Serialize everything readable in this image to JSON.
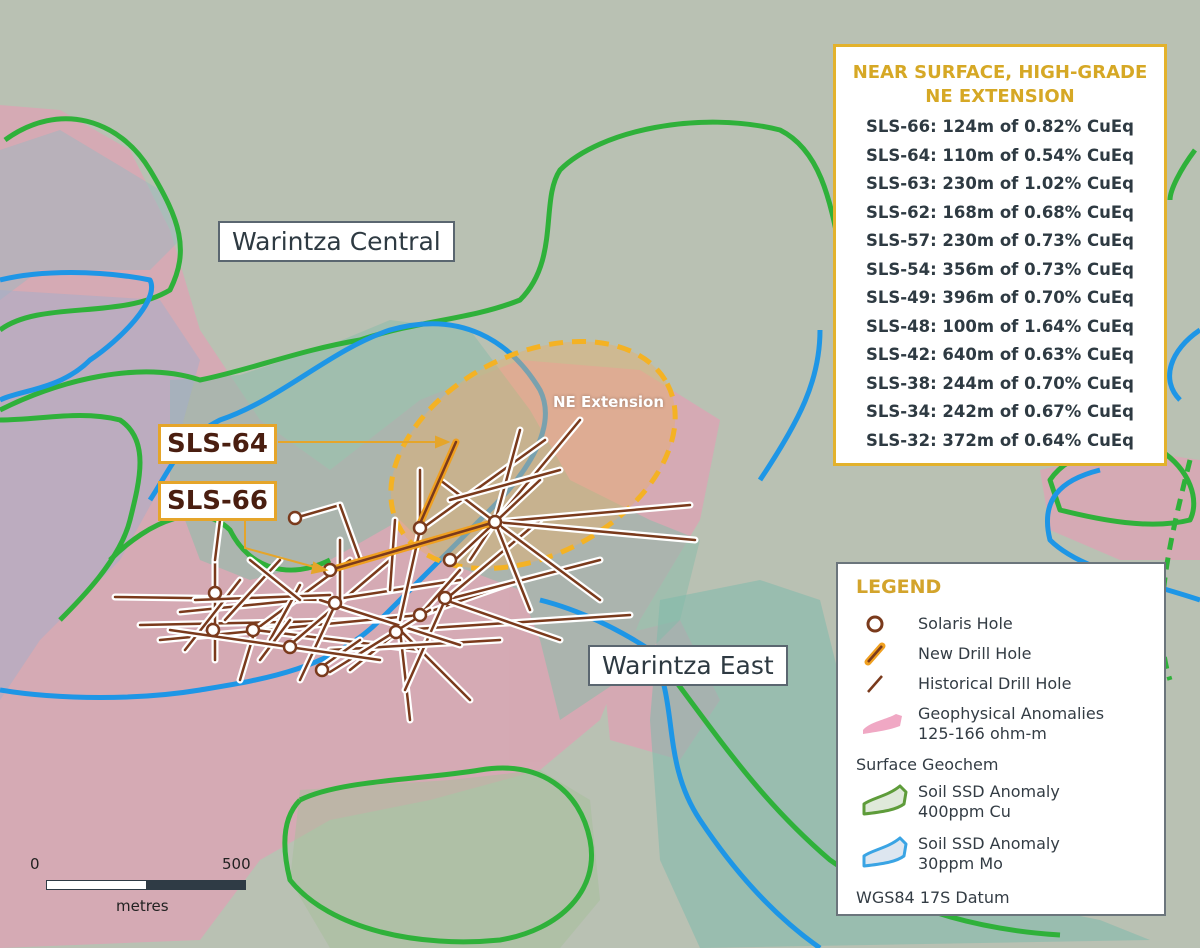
{
  "map": {
    "region_labels": {
      "central": "Warintza Central",
      "east": "Warintza East",
      "ne_extension": "NE Extension"
    },
    "hole_callouts": [
      "SLS-64",
      "SLS-66"
    ],
    "colors": {
      "geophysical": "#e8a6b8",
      "cu_outline": "#2fb13a",
      "mo_outline": "#1e96e6",
      "new_hole": "#f0a020",
      "historical_hole": "#7a3a1c"
    }
  },
  "info_box": {
    "title_line1": "NEAR SURFACE, HIGH-GRADE",
    "title_line2": "NE EXTENSION",
    "rows": [
      "SLS-66: 124m of 0.82% CuEq",
      "SLS-64: 110m of 0.54% CuEq",
      "SLS-63: 230m of 1.02% CuEq",
      "SLS-62: 168m of 0.68% CuEq",
      "SLS-57: 230m of 0.73% CuEq",
      "SLS-54: 356m of 0.73% CuEq",
      "SLS-49: 396m of 0.70% CuEq",
      "SLS-48: 100m of 1.64% CuEq",
      "SLS-42: 640m of 0.63% CuEq",
      "SLS-38: 244m of 0.70% CuEq",
      "SLS-34: 242m of 0.67% CuEq",
      "SLS-32: 372m of 0.64% CuEq"
    ]
  },
  "legend": {
    "title": "LEGEND",
    "solaris_hole": "Solaris Hole",
    "new_drill_hole": "New Drill Hole",
    "historical_drill_hole": "Historical Drill Hole",
    "geophysical_line1": "Geophysical Anomalies",
    "geophysical_line2": "125-166 ohm-m",
    "surface_geochem": "Surface Geochem",
    "cu_line1": "Soil SSD Anomaly",
    "cu_line2": "400ppm Cu",
    "mo_line1": "Soil SSD Anomaly",
    "mo_line2": "30ppm Mo",
    "datum": "WGS84 17S Datum"
  },
  "scale_bar": {
    "start": "0",
    "end": "500",
    "unit": "metres"
  }
}
